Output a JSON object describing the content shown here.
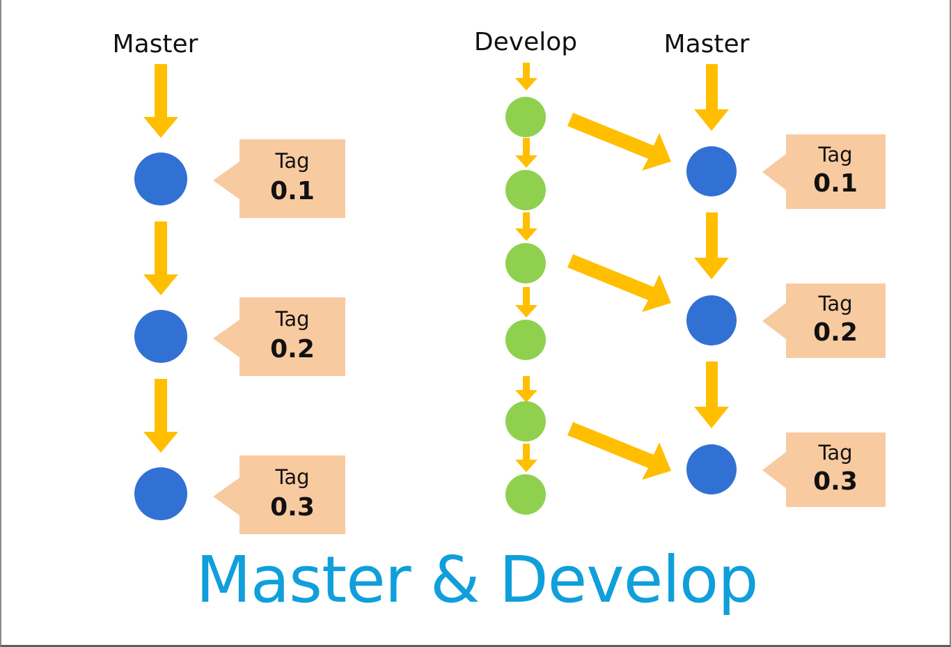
{
  "slide": {
    "title": "Master & Develop"
  },
  "left_panel": {
    "master_label": "Master",
    "tags": [
      {
        "word": "Tag",
        "version": "0.1"
      },
      {
        "word": "Tag",
        "version": "0.2"
      },
      {
        "word": "Tag",
        "version": "0.3"
      }
    ]
  },
  "right_panel": {
    "develop_label": "Develop",
    "master_label": "Master",
    "develop_commit_count": 6,
    "tags": [
      {
        "word": "Tag",
        "version": "0.1"
      },
      {
        "word": "Tag",
        "version": "0.2"
      },
      {
        "word": "Tag",
        "version": "0.3"
      }
    ],
    "merges_from_develop_commit": [
      1,
      3,
      5
    ]
  },
  "colors": {
    "arrow": "#ffbf00",
    "master_node": "#3271d4",
    "develop_node": "#8fd14f",
    "tag_box": "#f8caa0",
    "title": "#109fda",
    "label_text": "#111111"
  }
}
